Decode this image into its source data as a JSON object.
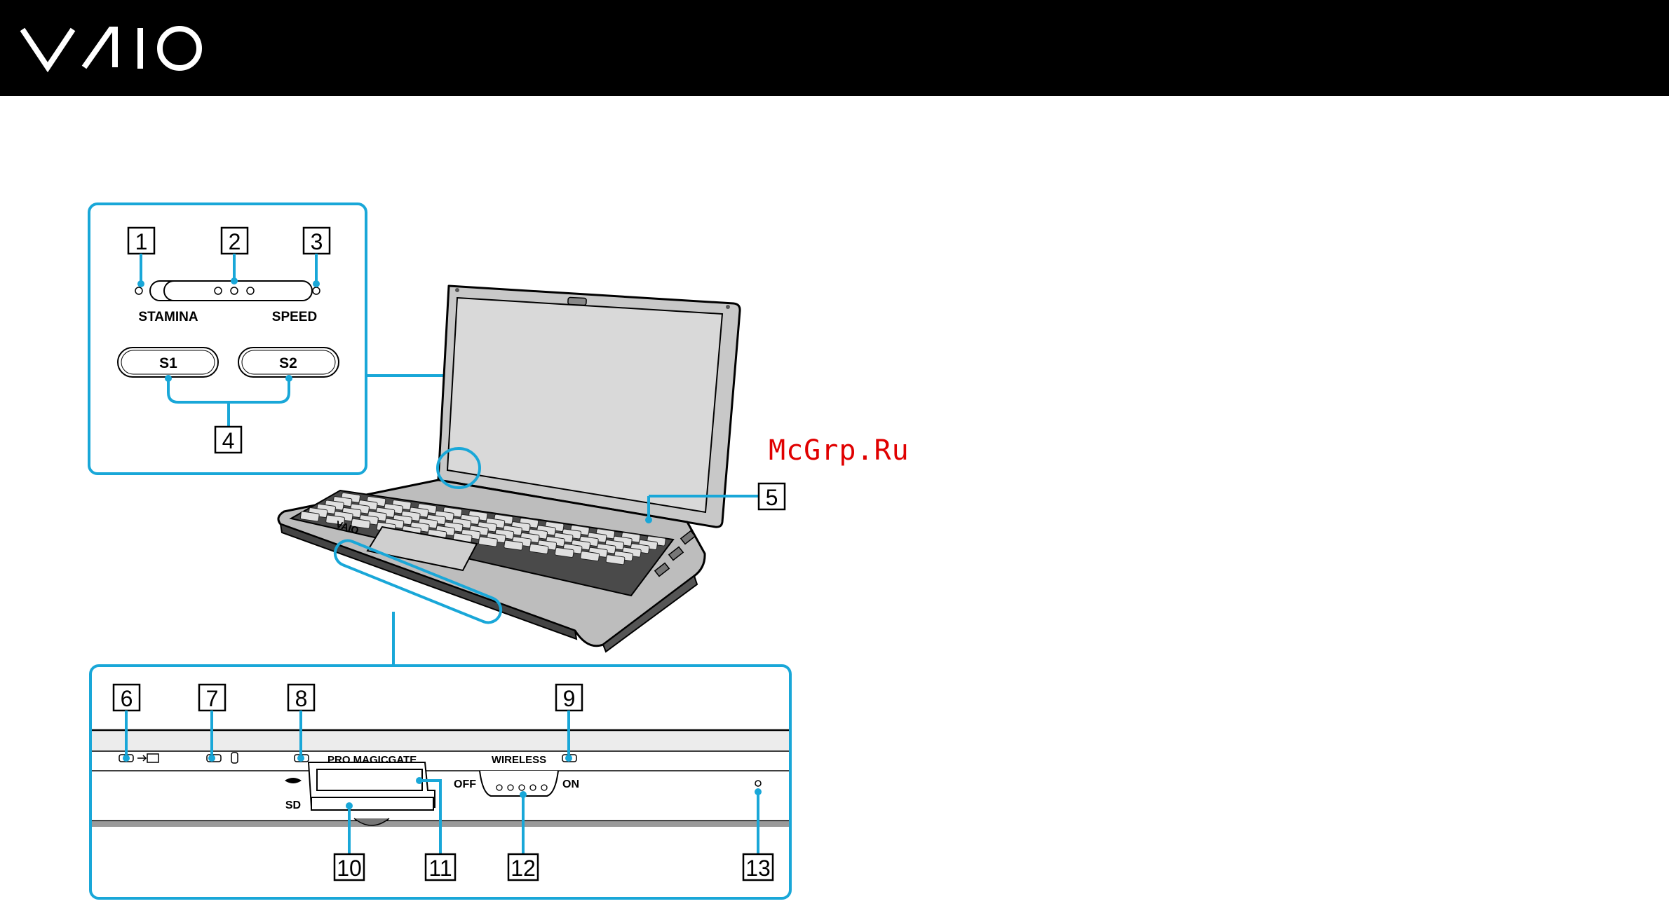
{
  "header": {
    "logo_text": "VAIO",
    "logo_icon": "vaio-logo"
  },
  "watermark": "McGrp.Ru",
  "colors": {
    "callout": "#19a7d8",
    "header_bg": "#000000",
    "watermark": "#e00000"
  },
  "top_inset": {
    "callouts": [
      "1",
      "2",
      "3",
      "4"
    ],
    "stamina_label": "STAMINA",
    "speed_label": "SPEED",
    "s1_label": "S1",
    "s2_label": "S2"
  },
  "laptop": {
    "brand_mark": "VAIO",
    "callout_5": "5"
  },
  "bottom_inset": {
    "callouts": [
      "6",
      "7",
      "8",
      "9",
      "10",
      "11",
      "12",
      "13"
    ],
    "memory_stick_label": "PRO MAGICGATE",
    "wireless_label": "WIRELESS",
    "off_label": "OFF",
    "on_label": "ON",
    "sd_label": "SD"
  }
}
